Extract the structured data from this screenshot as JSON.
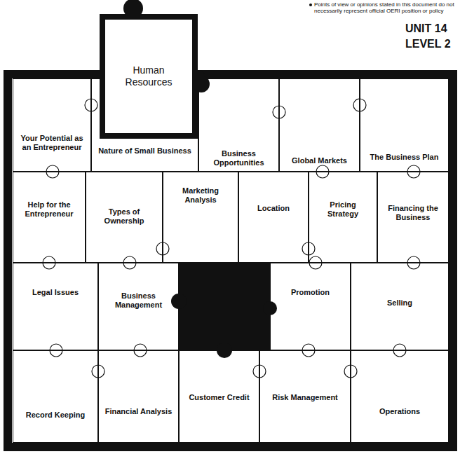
{
  "diagram": {
    "nodes": [
      {
        "text": [
          "Human Resources"
        ]
      },
      {
        "text": [
          "Your Potential as an Entrepreneur"
        ]
      },
      {
        "text": [
          "Nature of Small Business"
        ]
      },
      {
        "text": [
          "Business Opportunities"
        ]
      },
      {
        "text": [
          "Global Markets"
        ]
      },
      {
        "text": [
          "The Business Plan"
        ]
      },
      {
        "text": [
          "Help for the Entrepreneur"
        ]
      },
      {
        "text": [
          "Types of Ownership"
        ]
      },
      {
        "text": [
          "Marketing Analysis"
        ]
      },
      {
        "text": [
          "Location"
        ]
      },
      {
        "text": [
          "Pricing Strategy"
        ]
      },
      {
        "text": [
          "Financing the Business"
        ]
      },
      {
        "text": [
          "Legal Issues"
        ]
      },
      {
        "text": [
          "Business Management"
        ]
      },
      {
        "text": [
          "Promotion"
        ]
      },
      {
        "text": [
          "Selling"
        ]
      },
      {
        "text": [
          "Record Keeping"
        ]
      },
      {
        "text": [
          "Financial Analysis"
        ]
      },
      {
        "text": [
          "Customer Credit"
        ]
      },
      {
        "text": [
          "Risk Management"
        ]
      },
      {
        "text": [
          "Operations"
        ]
      }
    ],
    "labels": [
      "Points of view or opinions stated in this document do not necessarily represent official OERI position or policy",
      "UNIT 14",
      "LEVEL 2"
    ]
  }
}
